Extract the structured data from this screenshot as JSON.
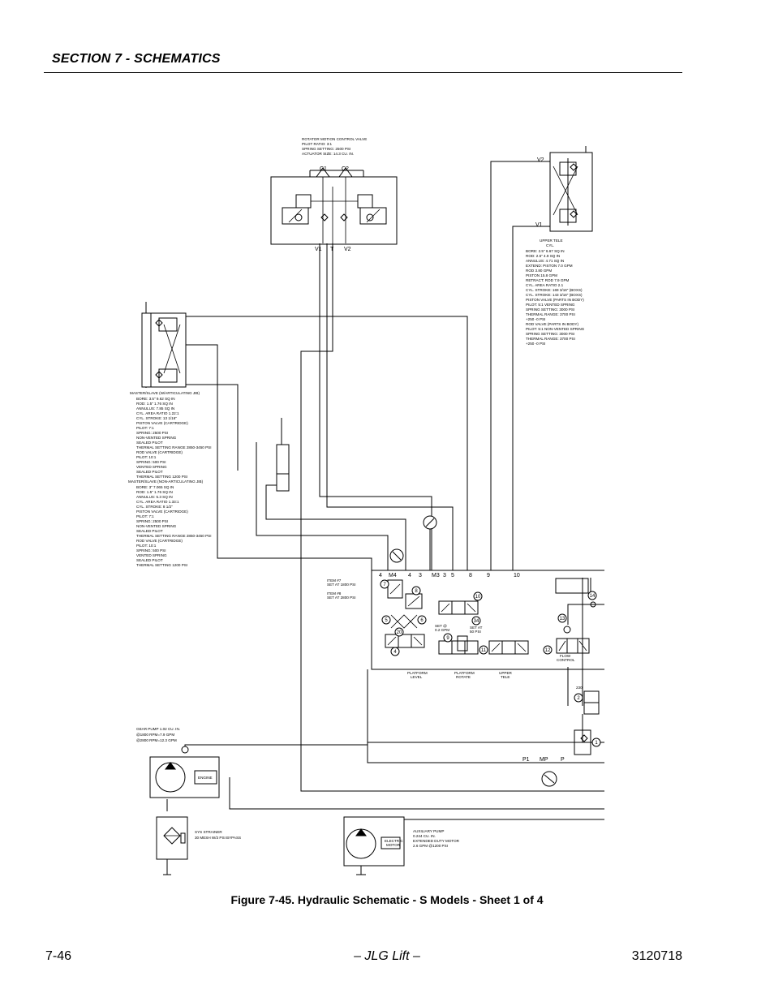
{
  "header": {
    "section_title": "SECTION 7 - SCHEMATICS"
  },
  "figure": {
    "caption": "Figure 7-45.  Hydraulic Schematic - S Models - Sheet 1 of 4"
  },
  "footer": {
    "page_number": "7-46",
    "center_text": "– JLG Lift –",
    "doc_number": "3120718"
  },
  "diagram": {
    "rotator": {
      "notes": [
        "ROTATOR MOTION CONTROL VALVE",
        "PILOT RATIO: 3:1",
        "SPRING SETTING: 2500 PSI",
        "ACTUATOR SIZE: 14.3 CU. IN."
      ],
      "ports": {
        "c1": "C1",
        "c2": "C2",
        "v1": "V1",
        "t": "T",
        "v2": "V2"
      }
    },
    "upper_tele": {
      "ports": {
        "v2": "V2",
        "v1": "V1"
      },
      "notes": [
        "UPPER TELE",
        "CYL.",
        "BORE: 2.5\" 6.67 SQ IN",
        "ROD: 2.5\" 4.9 SQ IN",
        "ANNULUS: 4.71 SQ IN",
        "EXTEND:  PISTON 7.0 GPM",
        "            ROD 3.80 GPM",
        "            PISTON 15.8 GPM",
        "RETRACT: ROD 7.9 GPM",
        "CYL. AREA RATIO 2.1",
        "CYL. STROKE: 169 3/16\" (BOXS)",
        "CYL. STROKE: 143 3/16\" (BOXS)",
        "PISTON VALVE (PARTS IN BODY)",
        "  PILOT: 5:1 VENTED SPRING",
        "  SPRING SETTING: 3000 PSI",
        "  THERMAL RANGE: 3700 PSI",
        "  +250 -0 PSI",
        "ROD VALVE (PARTS IN BODY)",
        "  PILOT: 5:1 NON-VENTED SPRING",
        "  SPRING SETTING: 3000 PSI",
        "  THERMAL RANGE: 3700 PSI",
        "  +250 -0 PSI"
      ]
    },
    "master_slave_art": {
      "notes": [
        "MASTER/SLAVE (W/ARTICULATING JIB)",
        "BORE: 3.5\" 9.62 SQ IN",
        "ROD: 1.5\" 1.76 SQ IN",
        "ANNULUS: 7.85 SQ IN",
        "CYL. AREA RATIO 1.22:1",
        "CYL. STROKE: 13 1/16\"",
        "PISTON VALVE (CARTRIDGE)",
        "  PILOT: 7:1",
        "  SPRING: 2500 PSI",
        "  NON-VENTED SPRING",
        "  SEALED PILOT",
        "  THERMAL SETTING RANGE 2850-3450 PSI",
        "ROD VALVE (CARTRIDGE)",
        "  PILOT: 10:1",
        "  SPRING: 500 PSI",
        "  VENTED SPRING",
        "  SEALED PILOT",
        "  THERMAL SETTING 1200 PSI"
      ]
    },
    "master_slave_non": {
      "notes": [
        "MASTER/SLAVE (NON-ARTICULATING JIB)",
        "BORE: 3\" 7.065 SQ IN",
        "ROD: 1.5\" 1.76 SQ IN",
        "ANNULUS: 5.3 SQ IN",
        "CYL. AREA RATIO 1.33:1",
        "CYL. STROKE: 8 1/2\"",
        "PISTON VALVE (CARTRIDGE)",
        "  PILOT: 7:1",
        "  SPRING: 2500 PSI",
        "  NON-VENTED SPRING",
        "  SEALED PILOT",
        "  THERMAL SETTING RANGE 2850-3450 PSI",
        "ROD VALVE (CARTRIDGE)",
        "  PILOT: 10:1",
        "  SPRING: 500 PSI",
        "  VENTED SPRING",
        "  SEALED PILOT",
        "  THERMAL SETTING 1200 PSI"
      ]
    },
    "manifold": {
      "top_ports": [
        "4",
        "M4",
        "4",
        "3",
        "M3",
        "3",
        "5",
        "8",
        "9",
        "10"
      ],
      "items": [
        "7",
        "8",
        "5",
        "6",
        "20",
        "4",
        "9",
        "10",
        "34",
        "11",
        "14",
        "13",
        "12",
        "2",
        "1"
      ],
      "item_notes": [
        "ITEM #7",
        "SET AT 1800 PSI",
        "ITEM #8",
        "SET AT 2800 PSI"
      ],
      "flow_notes": [
        "SET @",
        "0.2 GPM",
        "SET AT",
        "50 PSI"
      ],
      "section_labels": [
        "PLATFORM",
        "LEVEL",
        "PLATFORM",
        "ROTATE",
        "UPPER",
        "TELE",
        "FLOW",
        "CONTROL"
      ],
      "bottom_ports": [
        "P1",
        "MP",
        "P"
      ],
      "small_label": "230"
    },
    "gear_pump": {
      "notes": [
        "GEAR PUMP 1.02 CU. IN.",
        "@1800 RPM=7.9 GPM",
        "@2800 RPM=12.3 GPM"
      ],
      "engine_label": "ENGINE"
    },
    "strainer": {
      "notes": [
        "SYS STRAINER",
        "30 MESH W/3 PSI BYPASS"
      ]
    },
    "aux_pump": {
      "notes": [
        "AUXILIARY PUMP",
        "0.244 CU. IN.",
        "EXTENDED DUTY MOTOR",
        "2.6 GPM @1200 PSI"
      ],
      "motor_label": [
        "ELECTRIC",
        "MOTOR"
      ]
    }
  }
}
